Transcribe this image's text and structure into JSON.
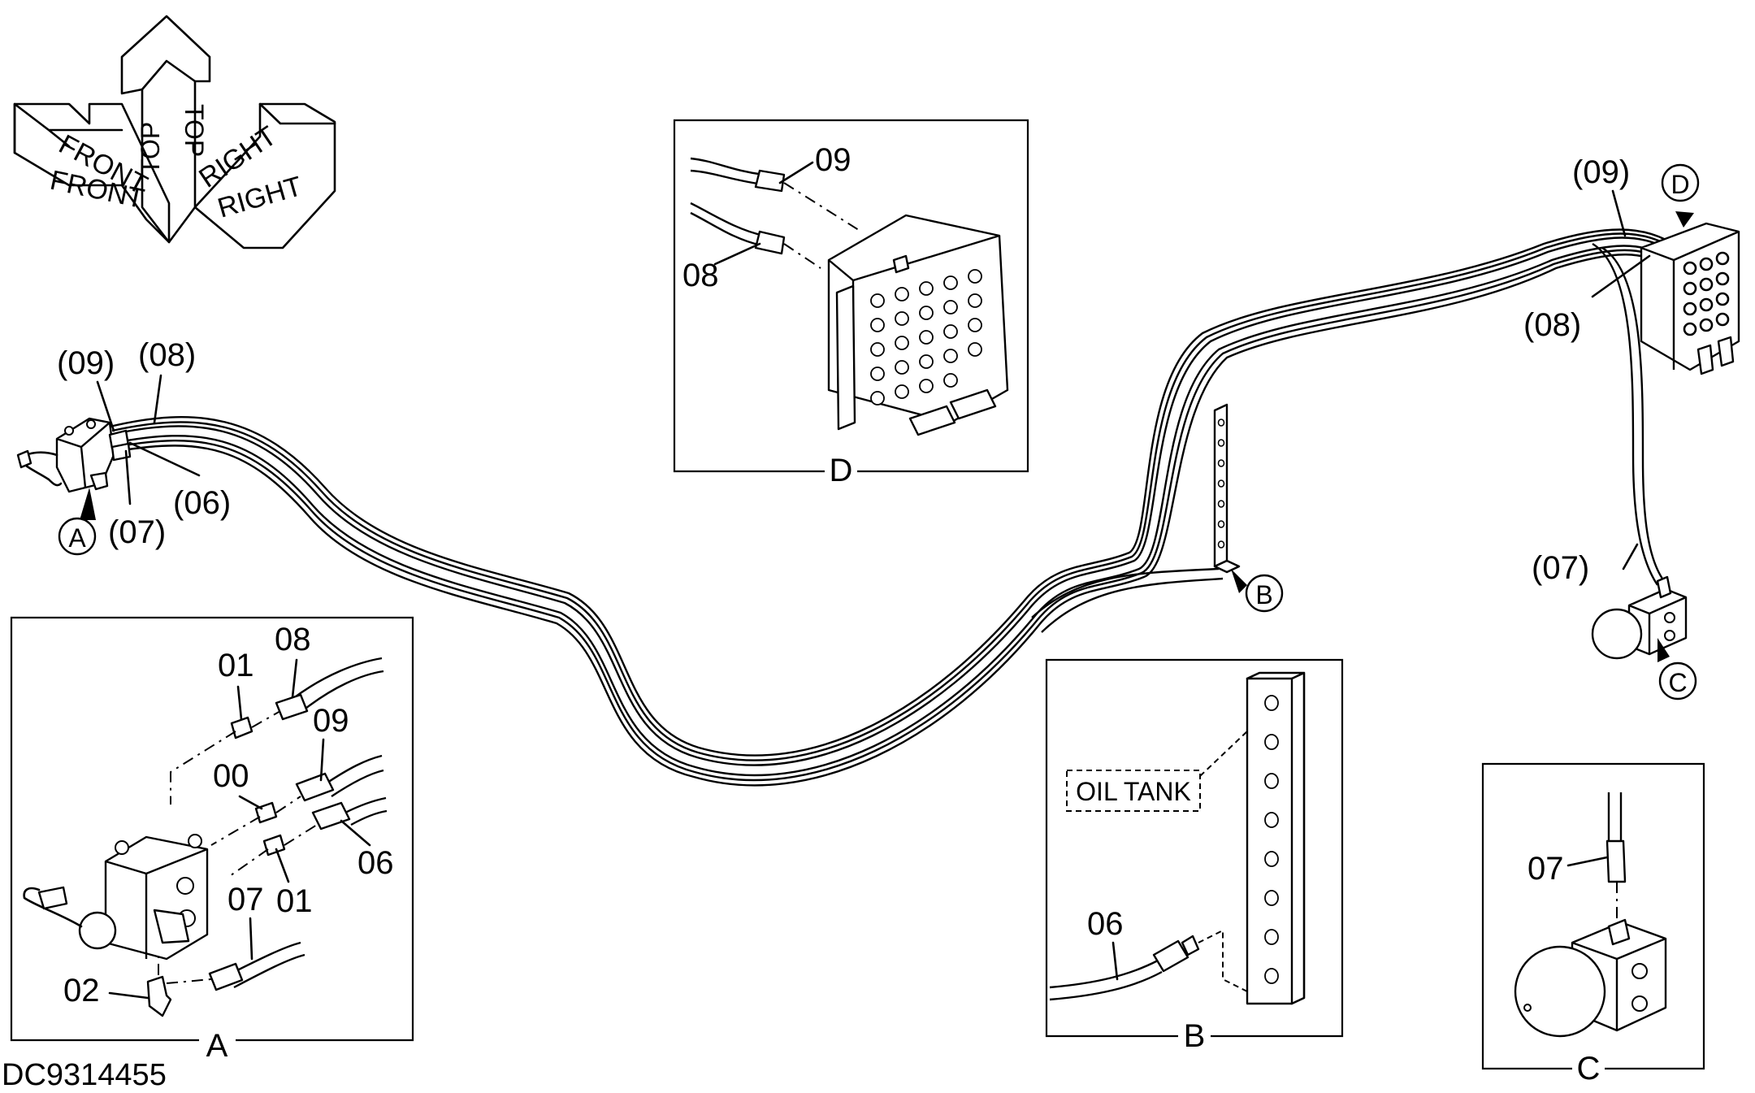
{
  "orientation": {
    "front_label": "FRONT",
    "top_label": "TOP",
    "right_label": "RIGHT"
  },
  "drawing_code": "DC9314455",
  "callouts": {
    "a": "A",
    "b": "B",
    "c": "C",
    "d": "D"
  },
  "detail_labels": {
    "a": "A",
    "b": "B",
    "c": "C",
    "d": "D"
  },
  "main_labels": {
    "p09_left": "(09)",
    "p08_left": "(08)",
    "p07_left": "(07)",
    "p06_left": "(06)",
    "p09_right": "(09)",
    "p08_right": "(08)",
    "p07_right": "(07)"
  },
  "detail_a_labels": {
    "p01_top": "01",
    "p08": "08",
    "p09": "09",
    "p00": "00",
    "p06": "06",
    "p07": "07",
    "p01_bottom": "01",
    "p02": "02"
  },
  "detail_b_labels": {
    "oil_tank": "OIL TANK",
    "p06": "06"
  },
  "detail_c_labels": {
    "p07": "07"
  },
  "detail_d_labels": {
    "p09": "09",
    "p08": "08"
  }
}
